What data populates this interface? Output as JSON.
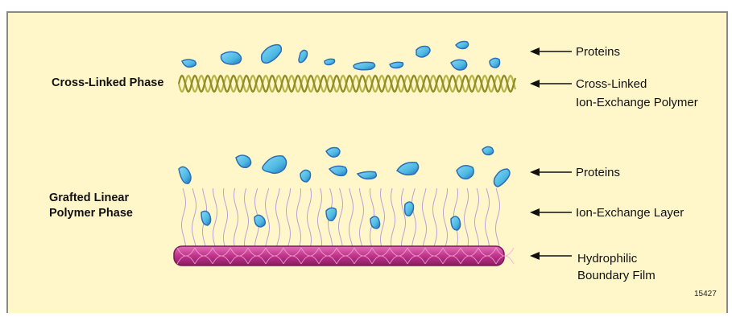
{
  "phases": {
    "cross_linked": "Cross-Linked Phase",
    "grafted_line1": "Grafted Linear",
    "grafted_line2": "Polymer Phase"
  },
  "callouts": {
    "proteins_top": "Proteins",
    "cross_linked_line1": "Cross-Linked",
    "cross_linked_line2": "Ion-Exchange Polymer",
    "proteins_bottom": "Proteins",
    "ion_exchange_layer": "Ion-Exchange Layer",
    "hydrophilic_line1": "Hydrophilic",
    "hydrophilic_line2": "Boundary Film"
  },
  "figure_number": "15427",
  "colors": {
    "background": "#fff6c9",
    "frame": "#8a8a8a",
    "protein": "#56c1e6",
    "protein_shade": "#2a6fb8",
    "polymer_strand": "#a6a335",
    "film": "#c0338a",
    "film_highlight": "#e98bc6",
    "graft_chain": "#b9a2d9",
    "arrow": "#111111"
  }
}
